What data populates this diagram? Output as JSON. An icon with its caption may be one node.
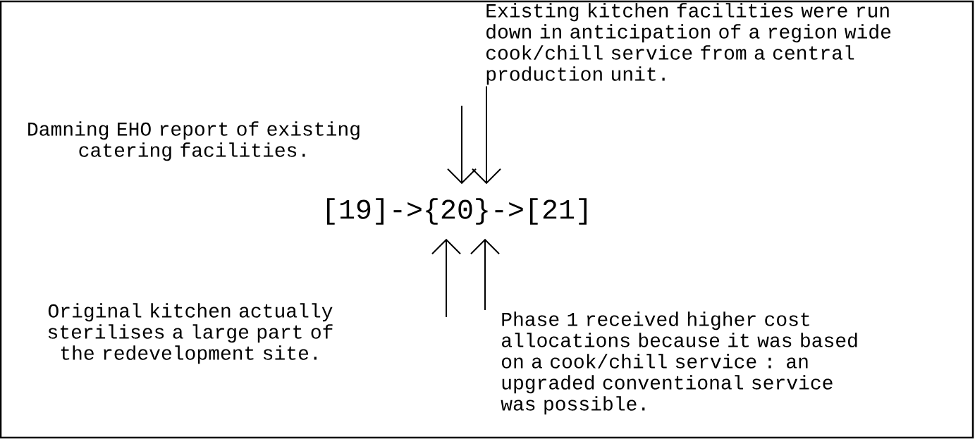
{
  "diagram": {
    "nodes": [
      {
        "text": [
          "Damning EHO report of existing catering facilities."
        ]
      },
      {
        "text": [
          "Existing kitchen facilities were run down in anticipation of a region wide cook/chill service from a central production unit."
        ]
      },
      {
        "text": [
          "[19]->{20}->[21]"
        ]
      },
      {
        "text": [
          "Original kitchen actually sterilises a large part of the redevelopment site."
        ]
      },
      {
        "text": [
          "Phase 1 received higher cost allocations because it was based on a cook/chill service : an upgraded conventional service was possible."
        ]
      }
    ],
    "edges": [
      {
        "from": null,
        "to": 2,
        "arrow": "to"
      },
      {
        "from": 1,
        "to": 2,
        "arrow": "to"
      },
      {
        "from": null,
        "to": 2,
        "arrow": "to"
      },
      {
        "from": 4,
        "to": 2,
        "arrow": "to"
      }
    ]
  }
}
